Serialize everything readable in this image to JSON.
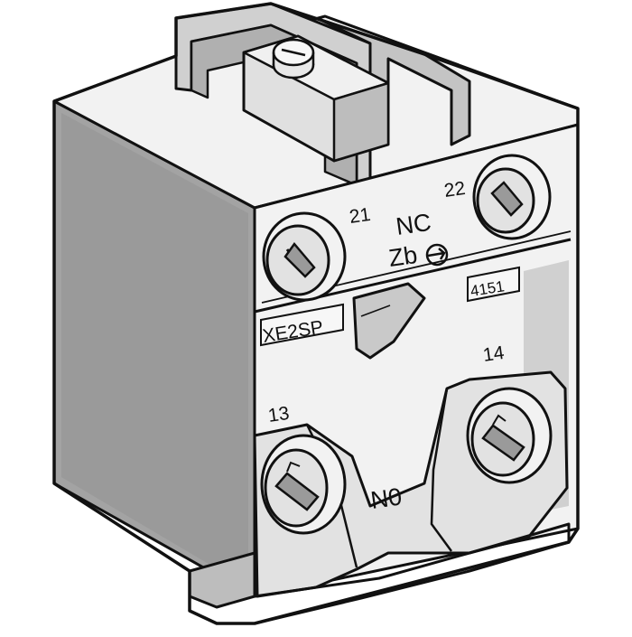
{
  "terminals": {
    "t21": "21",
    "t22": "22",
    "t13": "13",
    "t14": "14"
  },
  "contacts": {
    "nc": "NC",
    "no": "N0",
    "zb": "Zb"
  },
  "plates": {
    "model": "XE2SP",
    "part": "4151"
  },
  "colors": {
    "outline": "#111111",
    "light_face": "#f2f2f2",
    "mid_face": "#d6d6d6",
    "dark_face": "#9a9a9a",
    "shadow": "#6f6f6f"
  }
}
